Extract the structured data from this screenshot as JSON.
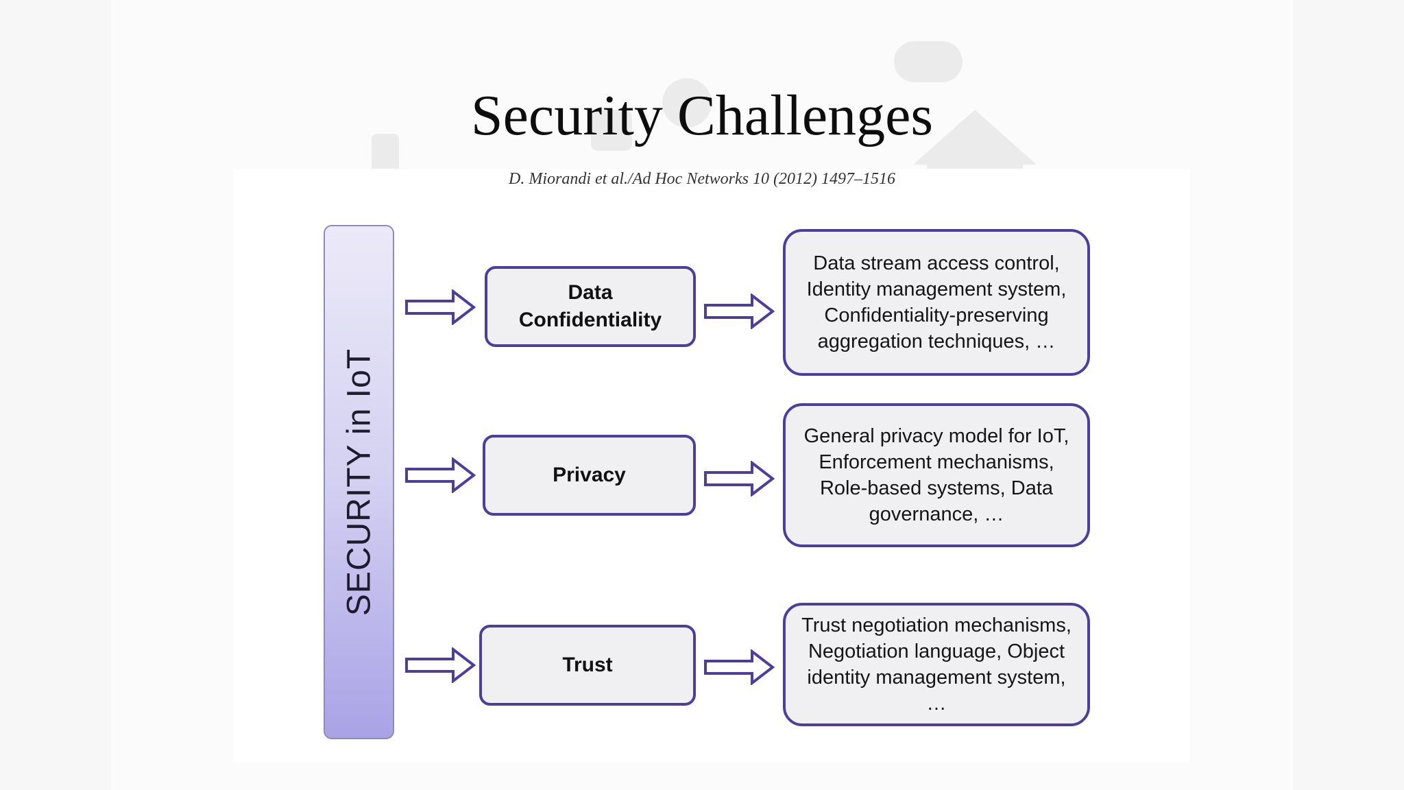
{
  "slide": {
    "title": "Security Challenges",
    "citation": "D. Miorandi et al./Ad Hoc Networks 10 (2012) 1497–1516"
  },
  "diagram": {
    "root_label": "SECURITY in IoT",
    "branches": [
      {
        "label": "Data\nConfidentiality",
        "details": "Data stream access control, Identity management system, Confidentiality-preserving aggregation techniques, …"
      },
      {
        "label": "Privacy",
        "details": "General privacy model for IoT, Enforcement mechanisms, Role-based systems, Data governance, …"
      },
      {
        "label": "Trust",
        "details": "Trust negotiation mechanisms, Negotiation language, Object identity management system, …"
      }
    ],
    "colors": {
      "border": "#4b3f9b",
      "box_fill": "#f0f0f2",
      "bar_top": "#eceaf8",
      "bar_bottom": "#a9a3e6"
    }
  }
}
